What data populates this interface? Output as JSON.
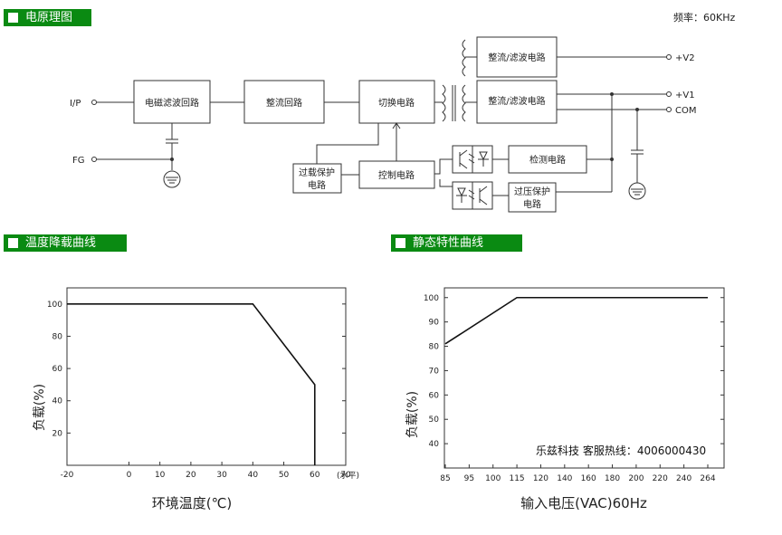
{
  "sections": {
    "schematic": "电原理图",
    "derating": "温度降载曲线",
    "static": "静态特性曲线"
  },
  "frequency": "频率：60KHz",
  "blocks": {
    "emi": "电磁滤波回路",
    "rect": "整流回路",
    "switch": "切换电路",
    "rf1": "整流/滤波电路",
    "rf2": "整流/滤波电路",
    "detect": "检测电路",
    "control": "控制电路",
    "olp1": "过载保护",
    "olp2": "电路",
    "ovp1": "过压保护",
    "ovp2": "电路"
  },
  "terminals": {
    "ip": "I/P",
    "fg": "FG",
    "v2": "+V2",
    "v1": "+V1",
    "com": "COM"
  },
  "brand": "乐兹科技 客服热线：4006000430",
  "chart_data": [
    {
      "type": "line",
      "x": [
        -20,
        40,
        60,
        60
      ],
      "y": [
        100,
        100,
        50,
        0
      ],
      "xlabel": "环境温度(℃)",
      "ylabel": "负载(%)",
      "xunit": "(水平)",
      "xlim": [
        -20,
        70
      ],
      "ylim": [
        0,
        110
      ],
      "xticks": [
        "-20",
        "0",
        "10",
        "20",
        "30",
        "40",
        "50",
        "60",
        "70"
      ],
      "yticks": [
        "20",
        "40",
        "60",
        "80",
        "100"
      ],
      "grid": false
    },
    {
      "type": "line",
      "x": [
        "85",
        "115",
        "264"
      ],
      "y": [
        81,
        100,
        100
      ],
      "xlabel": "输入电压(VAC)60Hz",
      "ylabel": "负载(%)",
      "xticks": [
        "85",
        "95",
        "100",
        "115",
        "120",
        "140",
        "160",
        "180",
        "200",
        "220",
        "240",
        "264"
      ],
      "yticks": [
        "40",
        "50",
        "60",
        "70",
        "80",
        "90",
        "100"
      ],
      "ylim": [
        30,
        104
      ],
      "grid": false
    }
  ]
}
